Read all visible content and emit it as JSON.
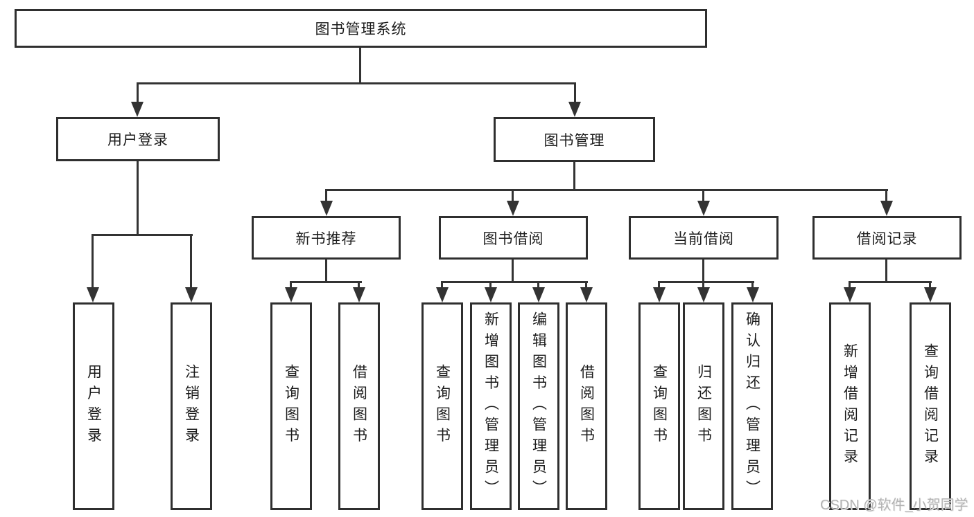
{
  "diagram": {
    "title": "图书管理系统",
    "root": {
      "label": "图书管理系统"
    },
    "branches": [
      {
        "label": "用户登录",
        "children": [
          "用户登录",
          "注销登录"
        ]
      },
      {
        "label": "图书管理",
        "sections": [
          {
            "label": "新书推荐",
            "children": [
              "查询图书",
              "借阅图书"
            ]
          },
          {
            "label": "图书借阅",
            "children": [
              "查询图书",
              "新增图书（管理员）",
              "编辑图书（管理员）",
              "借阅图书"
            ]
          },
          {
            "label": "当前借阅",
            "children": [
              "查询图书",
              "归还图书",
              "确认归还（管理员）"
            ]
          },
          {
            "label": "借阅记录",
            "children": [
              "新增借阅记录",
              "查询借阅记录"
            ]
          }
        ]
      }
    ]
  },
  "watermark": {
    "text": "CSDN @软件_小贺同学"
  },
  "colors": {
    "line": "#333333",
    "box_border": "#2f2f2f",
    "text": "#1b1b1b",
    "watermark": "#b3b3b3",
    "background": "#ffffff"
  }
}
